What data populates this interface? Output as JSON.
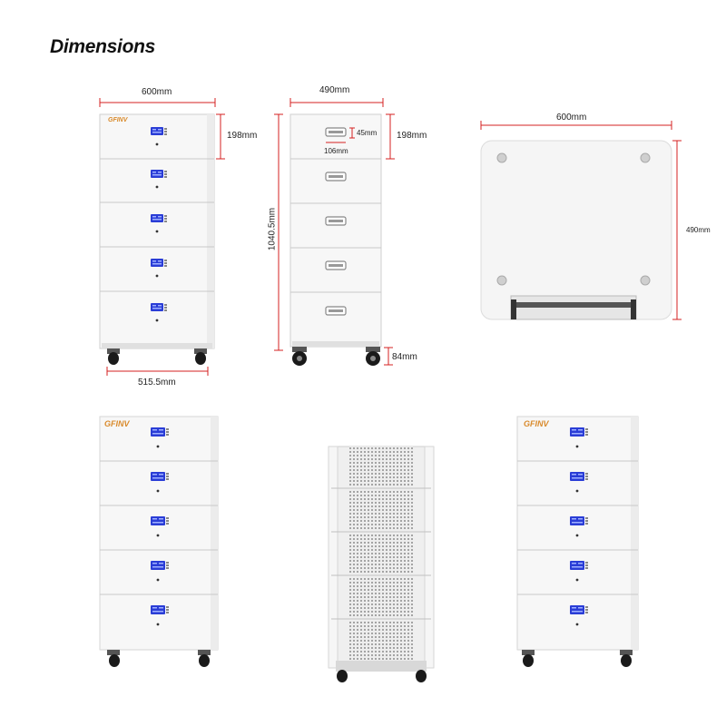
{
  "page": {
    "title": "Dimensions"
  },
  "front_view": {
    "brand": "GFINV",
    "width_label": "600mm",
    "module_height_label": "198mm",
    "base_width_label": "515.5mm",
    "modules": 5
  },
  "side_view": {
    "width_label": "490mm",
    "module_height_label": "198mm",
    "total_height_label": "1040.5mm",
    "handle_height_label": "45mm",
    "handle_width_label": "106mm",
    "wheel_height_label": "84mm",
    "modules": 5
  },
  "top_view": {
    "width_label": "600mm",
    "depth_label": "490mm"
  },
  "bottom_row": {
    "left_brand": "GFINV",
    "right_brand": "GFINV"
  },
  "colors": {
    "dimension_line": "#d42020",
    "screen": "#2a3dd6",
    "cabinet": "#f7f7f7",
    "edge": "#cfcfcf"
  }
}
